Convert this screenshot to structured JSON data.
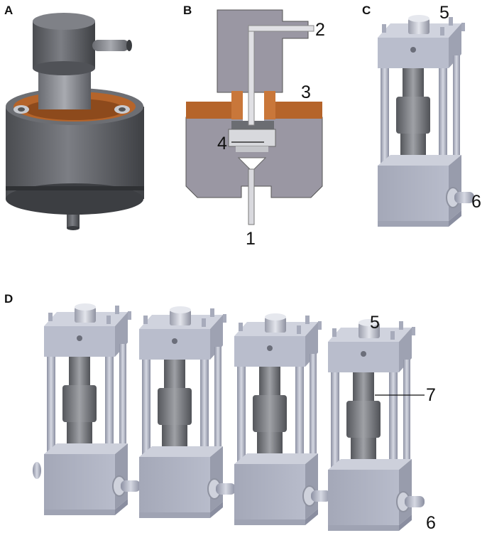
{
  "panels": {
    "a": {
      "letter": "A"
    },
    "b": {
      "letter": "B",
      "callouts": [
        "1",
        "2",
        "3",
        "4"
      ]
    },
    "c": {
      "letter": "C",
      "callouts": [
        "5",
        "6"
      ]
    },
    "d": {
      "letter": "D",
      "callouts": [
        "5",
        "6",
        "7"
      ]
    }
  },
  "colors": {
    "steel_dark": "#5f6166",
    "steel_mid": "#8e9096",
    "steel_light": "#c9cbd3",
    "frame_blue": "#a9adbd",
    "copper": "#b5642a",
    "copper_light": "#d7955a",
    "brass": "#d8b23a",
    "section_grey": "#9a97a3"
  }
}
